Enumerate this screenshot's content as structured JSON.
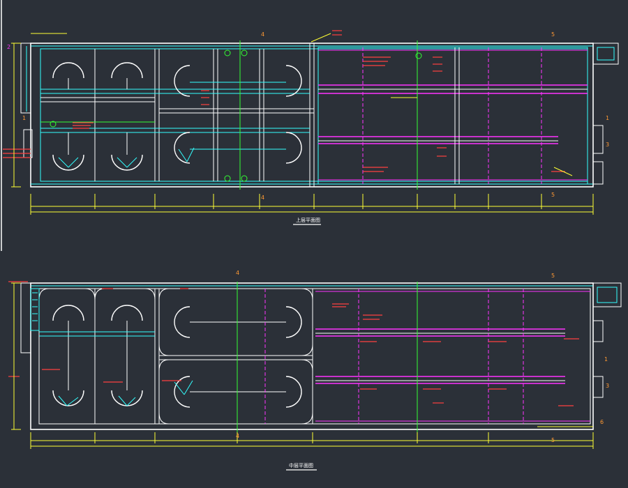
{
  "colors": {
    "background": "#2b3038",
    "wall": "#ffffff",
    "outline_cyan": "#33ffff",
    "dimension_yellow": "#ffff33",
    "axis_green": "#33ff33",
    "axis_magenta": "#ff33ff",
    "annotation_red": "#ff4040",
    "note_orange": "#ff9933"
  },
  "upper_plan": {
    "title": "上层平面图",
    "grid_top_labels": [
      "4",
      "5"
    ],
    "grid_bottom_labels": [
      "4",
      "5"
    ],
    "grid_right_labels": [
      "1",
      "3"
    ],
    "grid_left_labels": [
      "2",
      "1"
    ]
  },
  "middle_plan": {
    "title": "中层平面图",
    "grid_top_labels": [
      "4",
      "5"
    ],
    "grid_bottom_labels": [
      "4",
      "5"
    ],
    "grid_right_labels": [
      "1",
      "3",
      "6"
    ]
  }
}
